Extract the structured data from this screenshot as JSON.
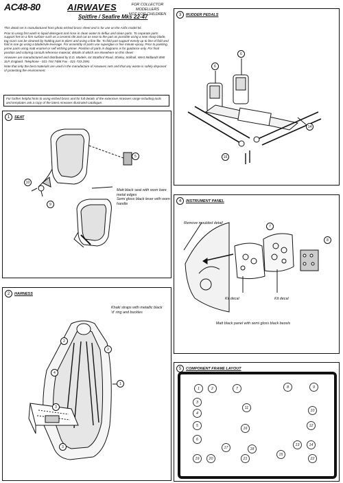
{
  "header": {
    "code": "AC48-80",
    "brand": "AIRWAVES",
    "tagline_1": "FOR COLLECTOR MODELLERS",
    "tagline_2": "NOT FOR CHILDREN",
    "subtitle": "Spitfire / Seafire Mks 22-47"
  },
  "intro": {
    "p1": "This detail set is manufactured from photo etched brass sheet and is for use on the Airfix model kit.",
    "p2": "Prior to using first wash in liquid detergent and rinse in clean water to deflux and clean parts. To separate parts support fret on a firm surface such as a ceramic tile and cut as near to the part as possible using a new sharp blade, tag scars can be cleaned by holding part in pliers and using a fine file. To fold part support evenly up to line of fold and fold in one go using a blade/rule leverage. For assembly of parts use superglue or five minute epoxy. Prior to painting, prime parts using matt enamel or self etching primer. Position of parts in diagrams is for guidance only. For final position and coloring consult reference material, details of which are elsewhere on this sheet.",
    "p3": "Airwaves are manufactured and distributed by E.D. Models, 64 Stratford Road, Shirley, Solihull, West Midlands B90 3LP, England. Telephone - 021-744 7488 Fax - 021-733 2591",
    "p4": "Note that only the best materials are used in the manufacture of Airwaves sets and that any waste is safely disposed of protecting the environment."
  },
  "note_box": "For further helpful hints to using etched brass and for full details of the extensive Airwaves range including tools and templates ask a copy of the latest Airwaves illustrated catalogue.",
  "panels": {
    "seat": {
      "num": "1",
      "title": "SEAT",
      "caption_1": "Matt black seat with worn bare metal edges",
      "caption_2": "Semi gloss black lever with worn handle",
      "callouts": [
        "5",
        "10",
        "9"
      ]
    },
    "harness": {
      "num": "2",
      "title": "HARNESS",
      "caption": "Khaki straps with metallic black 'd' ring and buckles",
      "callouts": [
        "2",
        "2",
        "4",
        "1",
        "3",
        "3"
      ]
    },
    "rudder": {
      "num": "3",
      "title": "RUDDER PEDALS",
      "callouts": [
        "6",
        "6",
        "14",
        "16"
      ]
    },
    "instrument": {
      "num": "4",
      "title": "INSTRUMENT PANEL",
      "remove_label": "Remove moulded detail",
      "kit_decal_1": "Kit decal",
      "kit_decal_2": "Kit decal",
      "caption": "Matt black panel with semi gloss black bezels",
      "callouts": [
        "7",
        "8"
      ]
    },
    "layout": {
      "num": "5",
      "title": "COMPONENT FRAME LAYOUT",
      "parts": [
        "1",
        "2",
        "7",
        "8",
        "9",
        "3",
        "11",
        "10",
        "4",
        "5",
        "16",
        "12",
        "6",
        "17",
        "18",
        "13",
        "14",
        "15",
        "19",
        "20",
        "21",
        "22"
      ]
    }
  },
  "colors": {
    "ink": "#111111",
    "paper": "#ffffff",
    "shade": "#bbbbbb"
  }
}
